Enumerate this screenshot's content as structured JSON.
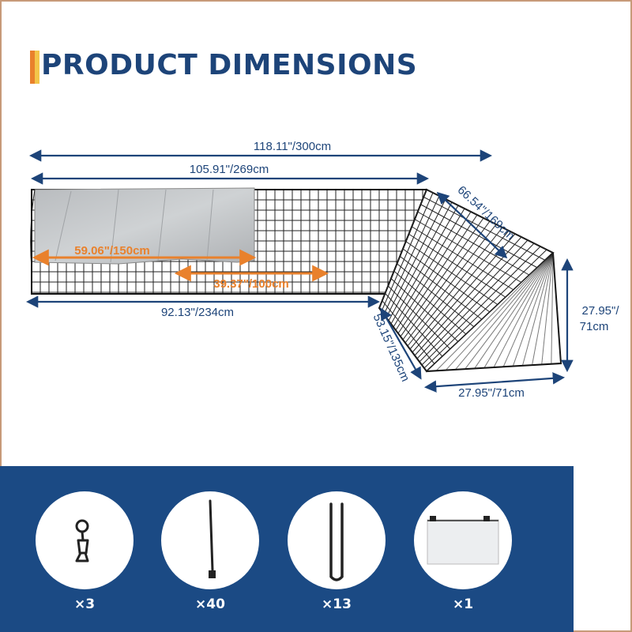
{
  "header": {
    "title": "PRODUCT DIMENSIONS"
  },
  "dimensions": {
    "overall_length": "118.11\"/300cm",
    "cover_section_length": "105.91\"/269cm",
    "diagonal_length": "66.54\"/169cm",
    "cover_width": "59.06\"/150cm",
    "cover_offset": "39.37\"/100cm",
    "bottom_length": "92.13\"/234cm",
    "height_line1": "27.95\"/",
    "height_line2": "71cm",
    "side_length": "53.15\"/135cm",
    "end_width": "27.95\"/71cm"
  },
  "accessories": [
    {
      "name": "snap-hook",
      "quantity": "×3"
    },
    {
      "name": "cable-tie",
      "quantity": "×40"
    },
    {
      "name": "ground-stake",
      "quantity": "×13"
    },
    {
      "name": "storage-bag",
      "quantity": "×1"
    }
  ],
  "colors": {
    "brand_navy": "#1d4479",
    "accent_orange": "#e9812c",
    "accent_yellow": "#f3c54a",
    "panel_blue": "#1b4a84",
    "frame_border": "#c79a79"
  }
}
